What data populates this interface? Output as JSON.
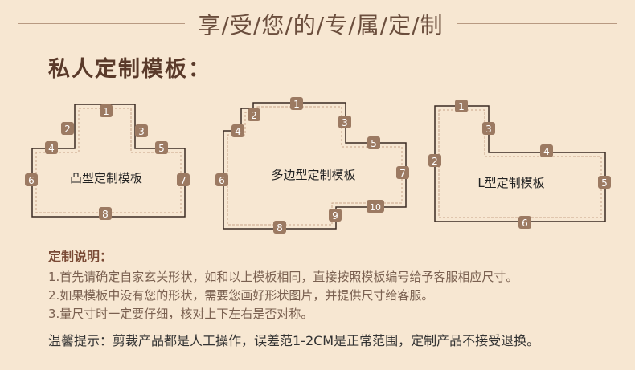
{
  "header": {
    "title": "享/受/您/的/专/属/定/制"
  },
  "section_title": "私人定制模板：",
  "templates": [
    {
      "label": "凸型定制模板",
      "markers": [
        "1",
        "2",
        "3",
        "4",
        "5",
        "6",
        "7",
        "8"
      ]
    },
    {
      "label": "多边型定制模板",
      "markers": [
        "1",
        "2",
        "3",
        "4",
        "5",
        "6",
        "7",
        "8",
        "9",
        "10"
      ]
    },
    {
      "label": "L型定制模板",
      "markers": [
        "1",
        "3",
        "4",
        "2",
        "5",
        "6"
      ]
    }
  ],
  "notes": {
    "title": "定制说明：",
    "items": [
      "1.首先请确定自家玄关形状，如和以上模板相同，直接按照模板编号给予客服相应尺寸。",
      "2.如果模板中没有您的形状，需要您画好形状图片，并提供尺寸给客服。",
      "3.量尺寸时一定要仔细，核对上下左右是否对称。"
    ],
    "tip": "温馨提示：剪裁产品都是人工操作，误差范1-2CM是正常范围，定制产品不接受退换。"
  },
  "colors": {
    "background": "#f7e7d2",
    "shape_stroke": "#3a2a22",
    "marker_fill": "#9c7a62",
    "dashed": "#c9a48a"
  }
}
